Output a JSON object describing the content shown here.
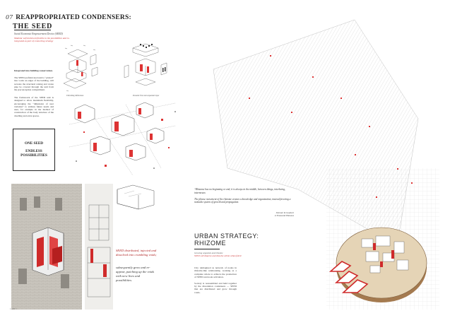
{
  "title": {
    "number": "07",
    "line1": "REAPPROPRIATED CONDENSERS:",
    "line2": "THE SEED"
  },
  "subtitle": {
    "main": "Social Economic Empowerment Device (SEED)",
    "red": "Modular self-build unit flexible to the possibilities and re-integrated as part of connecting strategy"
  },
  "left_text": {
    "heading": "Integrated into building conservation.",
    "para1": "The SEED prefabricated unit is “plotted” into voids on edges of the building, will recreate the structural raising and create pipe be covered through the unit from the preconception compartment.",
    "para2": "The framework of the SEED unit is designed to allow maximum flexibility, encouraging the “dimension of user variation” to address future needs and uses, for example in the method of construction of the body structure of the dwelling and extra spaces."
  },
  "box": {
    "line1": "ONE SEED",
    "line2": "ENDLESS",
    "line3": "POSSIBILITIES"
  },
  "captions": {
    "a": "Unfolding infiltration",
    "b": "Parasitic first and expanded layer"
  },
  "seed_note": {
    "red": "SEED distributed, injected and dissolved into crumbling voids;",
    "black": "subsequently grow and re-appear, patching up the voids with new lives and possibilities."
  },
  "quote": {
    "text": "“Rhizome has no beginning or end; it is always in the middle, between things, interbeing, intermezzo.",
    "text2": "The phrase movement of the rhizome creates a knowledge and organization, instead favoring a nomadic system of growth and propagation.",
    "author1": "Deleuze & Guattari",
    "author2": "A Thousand Plateaus"
  },
  "urban": {
    "line1": "URBAN STRATEGY:",
    "line2": "RHIZOME",
    "sub": "Growing organism and rhizome",
    "sub_red": "SEED will disperse and dissolve within urban fabric",
    "body1": "City reimagined as network of nodes in rhizome-like relationship, working as a complete whole to achieve the production of SEED and node activation.",
    "body2": "Society is reassembled and held together by the dissolution condensers — SEED that are distributed and grow through voids."
  },
  "page_no": "1 of 6 ©"
}
